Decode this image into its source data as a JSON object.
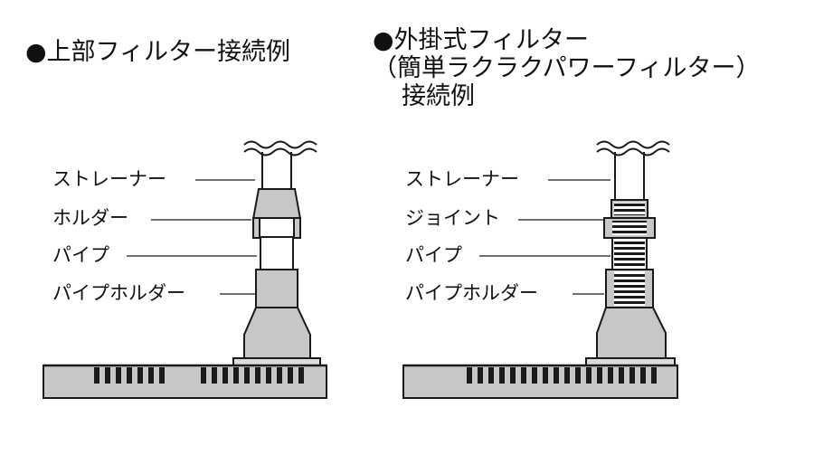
{
  "left_diagram": {
    "title": "●上部フィルター接続例",
    "labels": [
      "ストレーナー",
      "ホルダー",
      "パイプ",
      "パイプホルダー"
    ]
  },
  "right_diagram": {
    "title_lines": [
      "●外掛式フィルター",
      "（簡単ラクラクパワーフィルター）",
      "接続例"
    ],
    "labels": [
      "ストレーナー",
      "ジョイント",
      "パイプ",
      "パイプホルダー"
    ]
  },
  "colors": {
    "line": "#1a1a1a",
    "fill_gray": "#c7c7c7",
    "fill_light": "#dcdcdc",
    "background": "#ffffff"
  }
}
